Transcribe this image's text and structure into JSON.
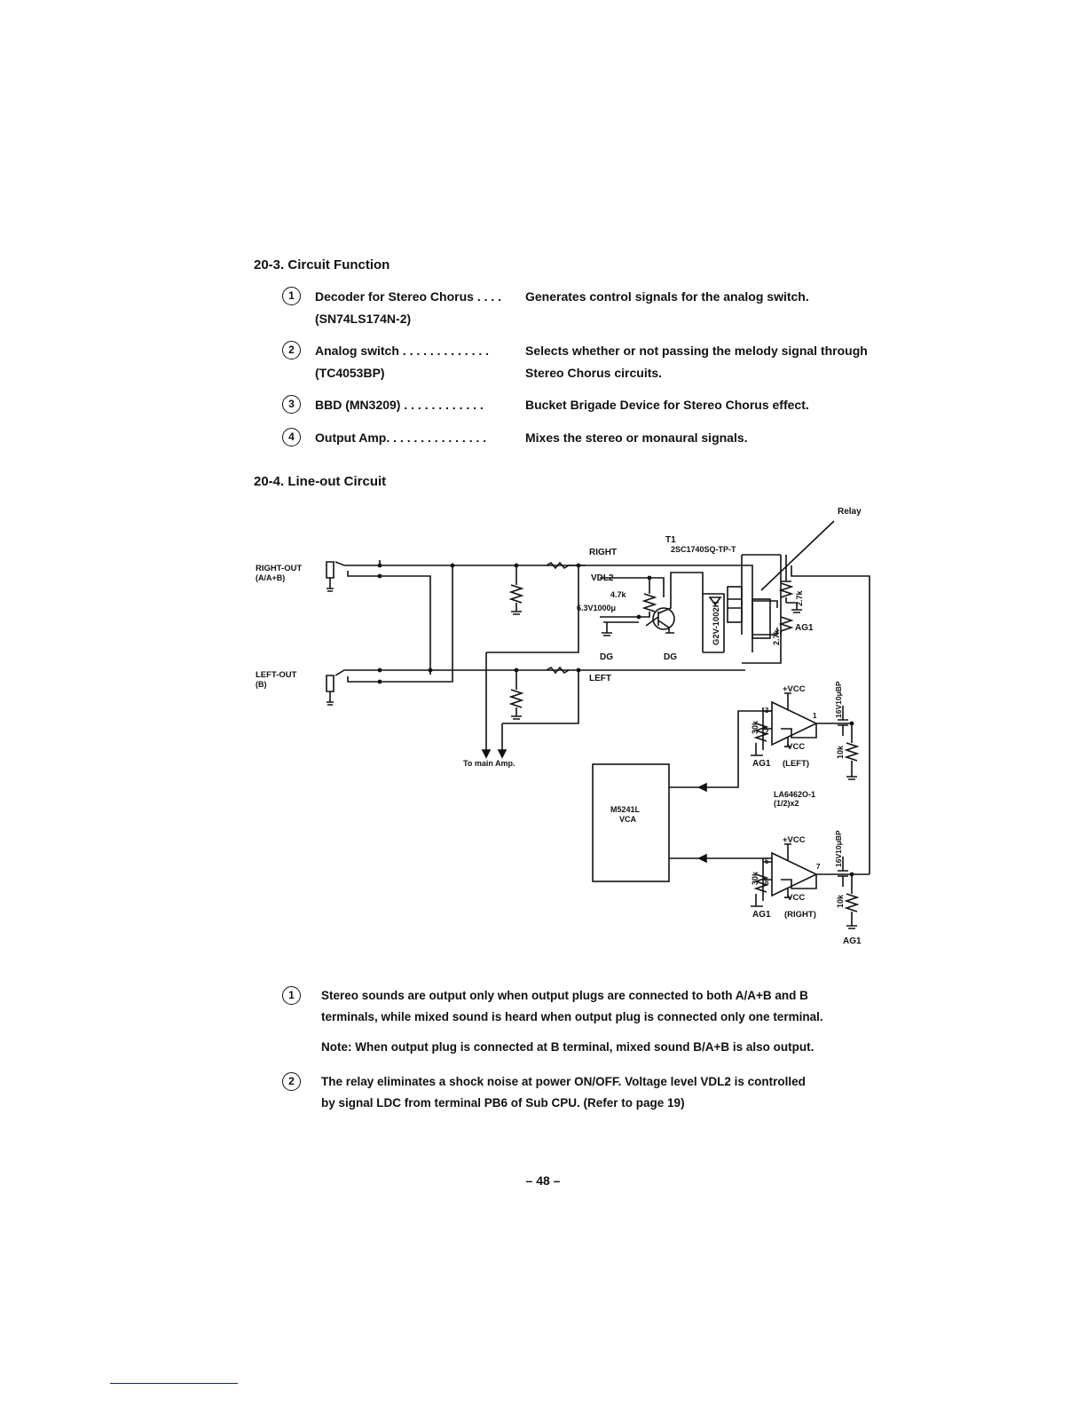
{
  "section_20_3": {
    "heading": "20-3. Circuit Function",
    "items": [
      {
        "num": "1",
        "term": "Decoder for Stereo Chorus . . . .",
        "part": "(SN74LS174N-2)",
        "desc": "Generates control signals for the analog switch.",
        "desc2": ""
      },
      {
        "num": "2",
        "term": "Analog switch . . . . . . . . . . . . .",
        "part": "(TC4053BP)",
        "desc": "Selects whether or not passing the melody signal through",
        "desc2": "Stereo Chorus circuits."
      },
      {
        "num": "3",
        "term": "BBD (MN3209) . . . . . . . . . . . .",
        "part": "",
        "desc": "Bucket Brigade Device for Stereo Chorus effect.",
        "desc2": ""
      },
      {
        "num": "4",
        "term": "Output Amp. . . . . . . . . . . . . . .",
        "part": "",
        "desc": "Mixes the stereo or monaural signals.",
        "desc2": ""
      }
    ]
  },
  "section_20_4": {
    "heading": "20-4. Line-out Circuit",
    "schematic": {
      "relay": "Relay",
      "t1": "T1",
      "t1_part": "2SC1740SQ-TP-T",
      "right": "RIGHT",
      "left": "LEFT",
      "right_out": "RIGHT-OUT",
      "right_out_terms": "(A/A+B)",
      "left_out": "LEFT-OUT",
      "left_out_terms": "(B)",
      "vdl2": "VDL2",
      "r47k": "4.7k",
      "cap": "6.3V1000μ",
      "dg1": "DG",
      "dg2": "DG",
      "relay_part": "G2V-1002H",
      "r27k_a": "2.7k",
      "r27k_b": "2.7k",
      "ag1_top": "AG1",
      "to_main": "To main Amp.",
      "vcc_top": "+VCC",
      "nvcc_top": "-VCC",
      "ag1_left": "AG1",
      "left_label": "(LEFT)",
      "r30k_a": "30k",
      "r10k_a": "10k",
      "cap_a": "16V10μBP",
      "ic_part": "LA6462O-1",
      "ic_part2": "(1/2)x2",
      "vca_1": "M5241L",
      "vca_2": "VCA",
      "vcc_bot": "+VCC",
      "nvcc_bot": "-VCC",
      "ag1_right": "AG1",
      "right_label": "(RIGHT)",
      "r30k_b": "30k",
      "r10k_b": "10k",
      "cap_b": "16V10μBP",
      "ag1_bottom": "AG1",
      "pin3": "3",
      "pin2": "2",
      "pin1": "1",
      "pin5": "5",
      "pin6": "6",
      "pin7": "7"
    },
    "notes": [
      {
        "num": "1",
        "line1": "Stereo sounds are output only when output plugs are connected to both A/A+B and B",
        "line2": "terminals, while mixed sound is heard when output plug is connected only one terminal."
      },
      {
        "num": "2",
        "line1": "The relay eliminates a shock noise at power ON/OFF.  Voltage level VDL2 is controlled",
        "line2": "by signal LDC from terminal PB6 of Sub CPU.  (Refer to page 19)"
      }
    ],
    "note_text": "Note:   When output plug is connected at B terminal, mixed sound B/A+B is also output."
  },
  "page_number": "– 48 –"
}
